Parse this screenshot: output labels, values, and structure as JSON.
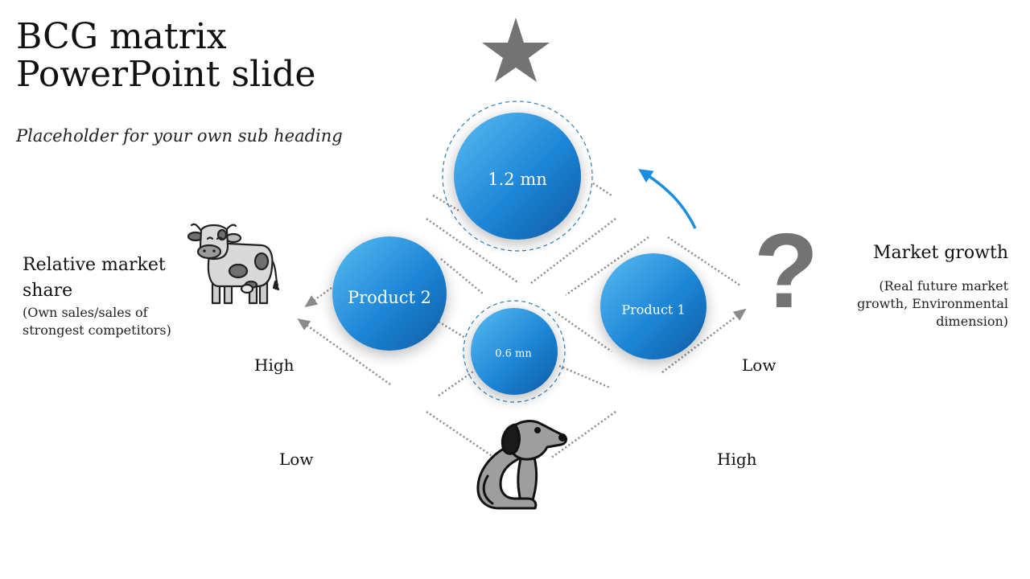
{
  "slide": {
    "title_line1": "BCG matrix",
    "title_line2": "PowerPoint slide",
    "subtitle": "Placeholder for your own sub heading"
  },
  "left_panel": {
    "heading_line1": "Relative market",
    "heading_line2": "share",
    "desc_line1": "(Own sales/sales of",
    "desc_line2": "strongest competitors)"
  },
  "right_panel": {
    "heading": "Market growth",
    "desc_line1": "(Real future market",
    "desc_line2": "growth, Environmental",
    "desc_line3": "dimension)"
  },
  "axis_labels": {
    "left_high": "High",
    "left_low": "Low",
    "right_low": "Low",
    "right_high": "High"
  },
  "bubbles": {
    "top": "1.2 mn",
    "left": "Product 2",
    "center": "0.6 mn",
    "right": "Product 1"
  },
  "icons": {
    "top": "star-icon",
    "left": "cow-icon",
    "right": "question-mark-icon",
    "bottom": "dog-icon",
    "arrow": "curved-arrow-icon"
  },
  "question_glyph": "?",
  "colors": {
    "bubble_light": "#4fb3ef",
    "bubble_dark": "#0b62ad",
    "arrow": "#1a8fe0",
    "icon_gray": "#737373",
    "dotted_line": "#8a8a8a"
  }
}
